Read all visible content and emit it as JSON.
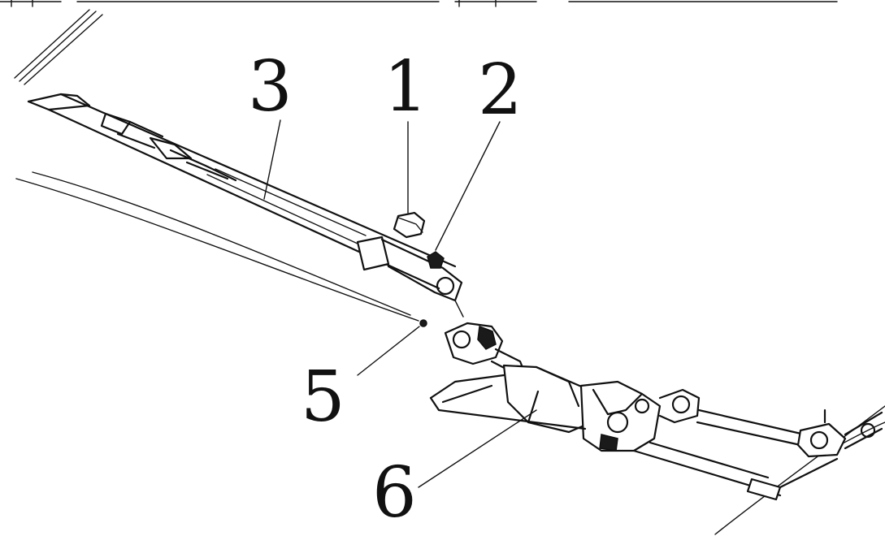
{
  "diagram": {
    "callouts": [
      {
        "id": "c1",
        "label": "1"
      },
      {
        "id": "c2",
        "label": "2"
      },
      {
        "id": "c3",
        "label": "3"
      },
      {
        "id": "c5",
        "label": "5"
      },
      {
        "id": "c6",
        "label": "6"
      }
    ],
    "ink_color": "#111111",
    "background_color": "#ffffff"
  }
}
